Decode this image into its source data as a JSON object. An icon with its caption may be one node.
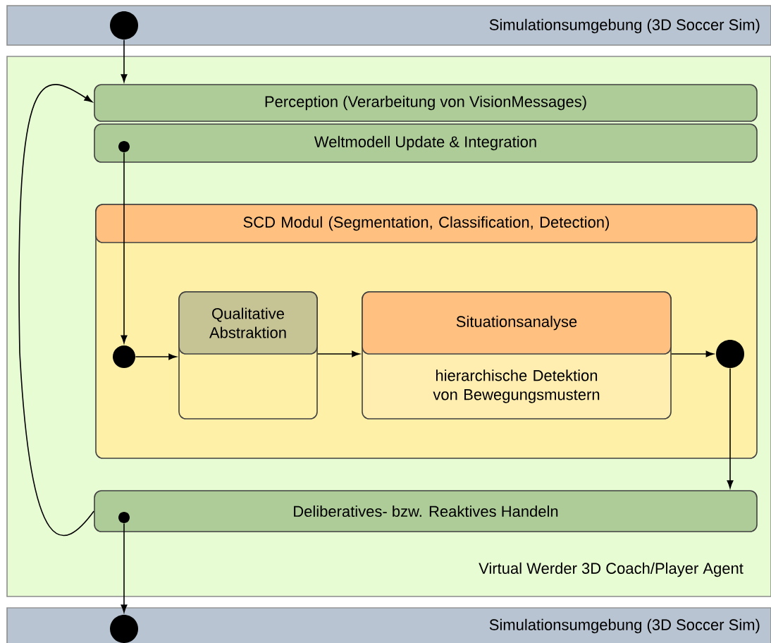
{
  "diagram": {
    "nodes": [
      {
        "text": [
          "Simulationsumgebung (3D Soccer Sim)"
        ]
      },
      {
        "text": [
          "Virtual Werder 3D Coach/Player Agent"
        ]
      },
      {
        "text": [
          "Perception (Verarbeitung von VisionMessages)"
        ],
        "in": 1
      },
      {
        "text": [
          "Weltmodell Update & Integration"
        ],
        "in": 1
      },
      {
        "text": [
          "SCD Modul (Segmentation, Classification, Detection)"
        ],
        "in": 1
      },
      {
        "text": [
          "Qualitative Abstraktion"
        ],
        "in": 4
      },
      {
        "text": [
          "Situationsanalyse",
          "hierarchische Detektion von Bewegungsmustern"
        ],
        "in": 4
      },
      {
        "text": [
          "Deliberatives- bzw. Reaktives Handeln"
        ],
        "in": 1
      },
      {
        "text": [
          "Simulationsumgebung (3D Soccer Sim)"
        ]
      },
      {
        "text": [],
        "shape": "circle",
        "in": 0
      },
      {
        "text": [],
        "shape": "circle",
        "in": 3
      },
      {
        "text": [],
        "shape": "circle",
        "in": 4
      },
      {
        "text": [],
        "shape": "circle",
        "in": 4
      },
      {
        "text": [],
        "shape": "circle",
        "in": 7
      },
      {
        "text": [],
        "shape": "circle",
        "in": 8
      }
    ],
    "edges": [
      {
        "from": 9,
        "to": 2,
        "arrow": "to"
      },
      {
        "from": 10,
        "to": 11,
        "arrow": "to"
      },
      {
        "from": 11,
        "to": 5,
        "arrow": "to"
      },
      {
        "from": 5,
        "to": 6,
        "arrow": "to"
      },
      {
        "from": 6,
        "to": 12,
        "arrow": "to"
      },
      {
        "from": 12,
        "to": 7,
        "arrow": "to"
      },
      {
        "from": 7,
        "to": 2,
        "arrow": "to"
      },
      {
        "from": 13,
        "to": 14,
        "arrow": "to"
      }
    ]
  }
}
